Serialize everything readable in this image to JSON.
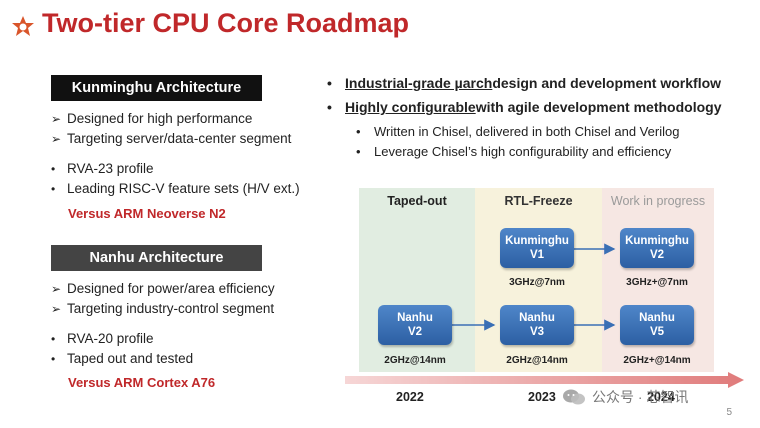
{
  "slide": {
    "title": "Two-tier CPU Core Roadmap",
    "page_number": "5"
  },
  "left": {
    "kunminghu": {
      "header": "Kunminghu Architecture",
      "arrow_items": [
        "Designed for high performance",
        "Targeting server/data-center segment"
      ],
      "bullet_items": [
        "RVA-23 profile",
        "Leading RISC-V feature sets (H/V ext.)"
      ],
      "versus": "Versus ARM Neoverse N2"
    },
    "nanhu": {
      "header": "Nanhu Architecture",
      "arrow_items": [
        "Designed for power/area efficiency",
        "Targeting industry-control segment"
      ],
      "bullet_items": [
        "RVA-20 profile",
        "Taped out and tested"
      ],
      "versus": "Versus ARM Cortex A76"
    }
  },
  "right": {
    "bullets": [
      {
        "underlined": "Industrial-grade µarch",
        "rest": " design and development workflow"
      },
      {
        "underlined": "Highly configurable",
        "rest": " with agile development methodology"
      }
    ],
    "sub_bullets": [
      "Written in Chisel, delivered in both Chisel and Verilog",
      "Leverage Chisel’s high configurability and efficiency"
    ]
  },
  "roadmap": {
    "columns": [
      "Taped-out",
      "RTL-Freeze",
      "Work in progress"
    ],
    "column_colors": [
      "#e1ede1",
      "#f7f2dc",
      "#f6e7e3"
    ],
    "chips": {
      "kunminghu_v1": {
        "name": "Kunminghu",
        "version": "V1",
        "freq": "3GHz@7nm"
      },
      "kunminghu_v2": {
        "name": "Kunminghu",
        "version": "V2",
        "freq": "3GHz+@7nm"
      },
      "nanhu_v2": {
        "name": "Nanhu",
        "version": "V2",
        "freq": "2GHz@14nm"
      },
      "nanhu_v3": {
        "name": "Nanhu",
        "version": "V3",
        "freq": "2GHz@14nm"
      },
      "nanhu_v5": {
        "name": "Nanhu",
        "version": "V5",
        "freq": "2GHz+@14nm"
      }
    },
    "years": [
      "2022",
      "2023",
      "2024"
    ],
    "chip_color": "#3a6fb5",
    "timeline_color": "#e07b7b"
  },
  "watermark": {
    "text": "公众号 · 芯智讯",
    "icon": "wechat-icon"
  },
  "colors": {
    "accent": "#c0282a"
  }
}
